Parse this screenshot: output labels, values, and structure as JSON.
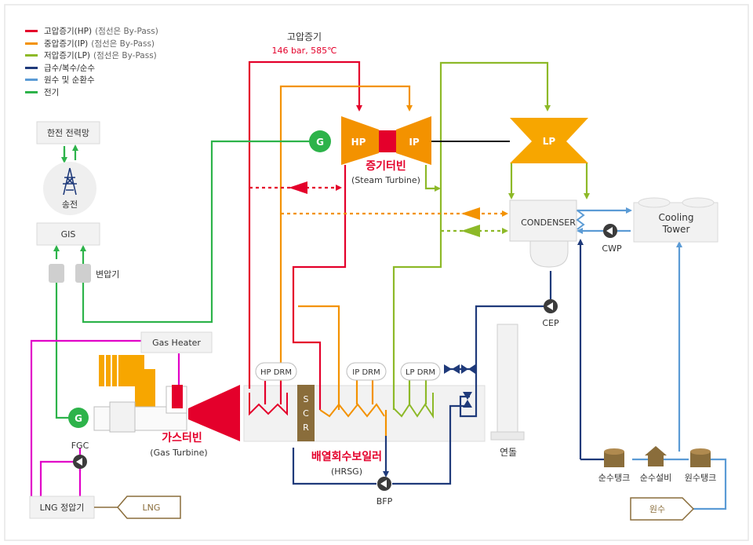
{
  "legend": [
    {
      "label": "고압증기(HP)",
      "note": "(점선은 By-Pass)",
      "color": "#e4002b"
    },
    {
      "label": "중압증기(IP)",
      "note": "(점선은 By-Pass)",
      "color": "#f39200"
    },
    {
      "label": "저압증기(LP)",
      "note": "(점선은 By-Pass)",
      "color": "#8db928"
    },
    {
      "label": "급수/복수/순수",
      "note": "",
      "color": "#1f3a7a"
    },
    {
      "label": "원수 및 순환수",
      "note": "",
      "color": "#5b9bd5"
    },
    {
      "label": "전기",
      "note": "",
      "color": "#2db34a"
    }
  ],
  "colors": {
    "hp": "#e4002b",
    "ip": "#f39200",
    "lp": "#8db928",
    "feed": "#1f3a7a",
    "raw": "#5b9bd5",
    "elec": "#2db34a",
    "gas": "#e100c8",
    "turbine": "#f7a600"
  },
  "labels": {
    "hp_steam_title": "고압증기",
    "hp_steam_cond": "146 bar, 585℃",
    "grid": "한전 전력망",
    "transmission": "송전",
    "gis": "GIS",
    "transformer": "변압기",
    "generator": "G",
    "hp": "HP",
    "ip": "IP",
    "lp": "LP",
    "steam_turbine": "증기터빈",
    "steam_turbine_en": "(Steam Turbine)",
    "condenser": "CONDENSER",
    "cooling_tower_1": "Cooling",
    "cooling_tower_2": "Tower",
    "cwp": "CWP",
    "cep": "CEP",
    "gas_heater": "Gas Heater",
    "gas_turbine": "가스터빈",
    "gas_turbine_en": "(Gas Turbine)",
    "fgc": "FGC",
    "lng_regulator": "LNG 정압기",
    "lng": "LNG",
    "hp_drm": "HP DRM",
    "ip_drm": "IP DRM",
    "lp_drm": "LP DRM",
    "scr": "SCR",
    "hrsg": "배열회수보일러",
    "hrsg_en": "(HRSG)",
    "bfp": "BFP",
    "stack": "연돌",
    "pure_tank": "순수탱크",
    "pure_facility": "순수설비",
    "raw_tank": "원수탱크",
    "raw_water": "원수"
  }
}
